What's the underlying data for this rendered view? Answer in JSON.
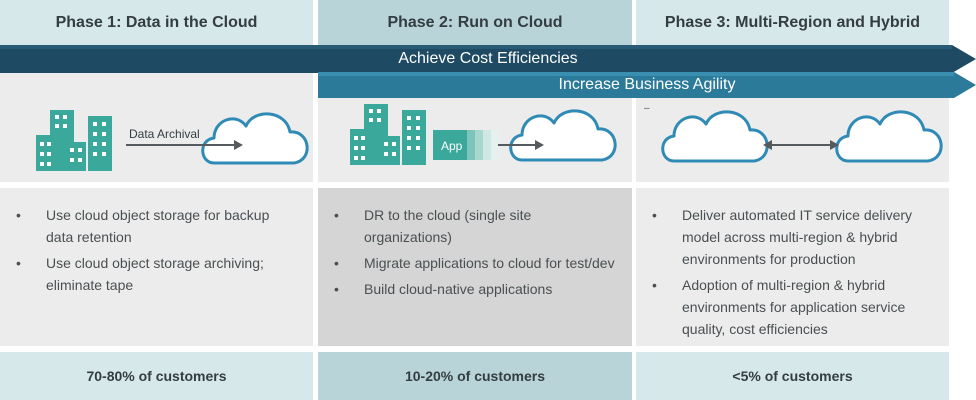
{
  "phases": [
    {
      "title": "Phase 1: Data in the Cloud",
      "illustration_label": "Data Archival",
      "bullets": [
        "Use cloud object storage for backup data retention",
        "Use cloud object storage archiving; eliminate tape"
      ],
      "footer": "70-80% of customers"
    },
    {
      "title": "Phase 2: Run on Cloud",
      "illustration_label": "App",
      "bullets": [
        "DR to the cloud (single site organizations)",
        "Migrate applications to cloud for test/dev",
        "Build cloud-native applications"
      ],
      "footer": "10-20% of customers"
    },
    {
      "title": "Phase 3: Multi-Region and Hybrid",
      "illustration_label": "–",
      "bullets": [
        "Deliver automated IT service delivery model across multi-region & hybrid environments for production",
        "Adoption of multi-region & hybrid environments for application service quality, cost efficiencies"
      ],
      "footer": "<5% of customers"
    }
  ],
  "banners": {
    "cost": "Achieve Cost Efficiencies",
    "agility": "Increase Business Agility"
  },
  "colors": {
    "banner_dark": "#1e4a63",
    "banner_light": "#2b7a9a",
    "building": "#3aa89a",
    "cloud_stroke": "#2f8bb5",
    "app_box": "#3aa89a",
    "header_light": "#d7e8ea",
    "header_dark": "#b8d4d8"
  }
}
